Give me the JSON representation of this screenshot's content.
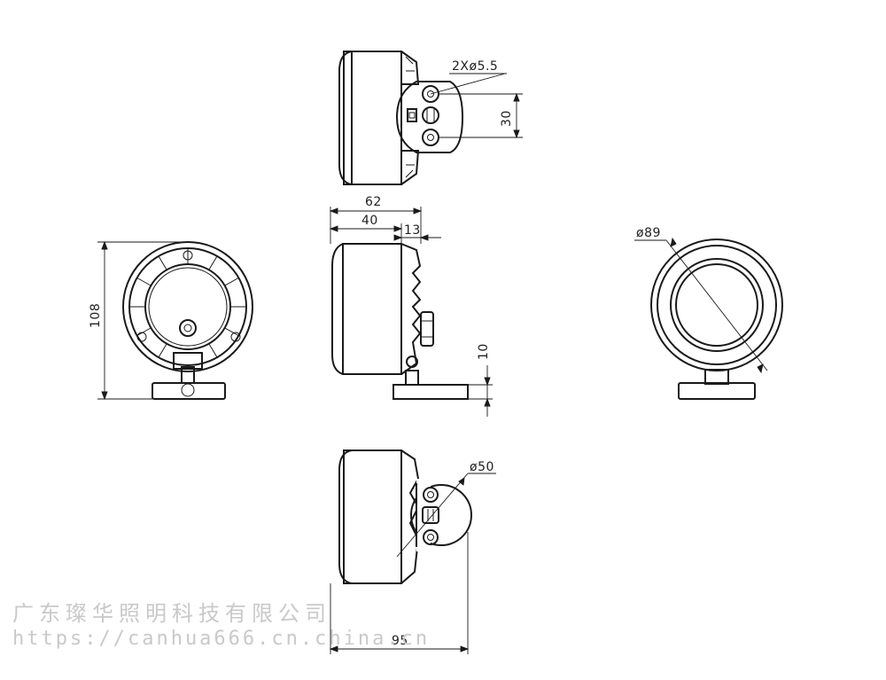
{
  "dimensions": {
    "hole_spec": "2Xø5.5",
    "hole_spacing": "30",
    "overall_length": "62",
    "body_length": "40",
    "bracket_length": "13",
    "height": "108",
    "diameter": "ø89",
    "base_thickness": "10",
    "bracket_diameter": "ø50",
    "total_length": "95"
  },
  "watermark": {
    "company": "广东璨华照明科技有限公司",
    "url": "https://canhua666.cn.china.cn"
  },
  "colors": {
    "line": "#1a1a1a",
    "watermark": "#c9c9c9"
  }
}
